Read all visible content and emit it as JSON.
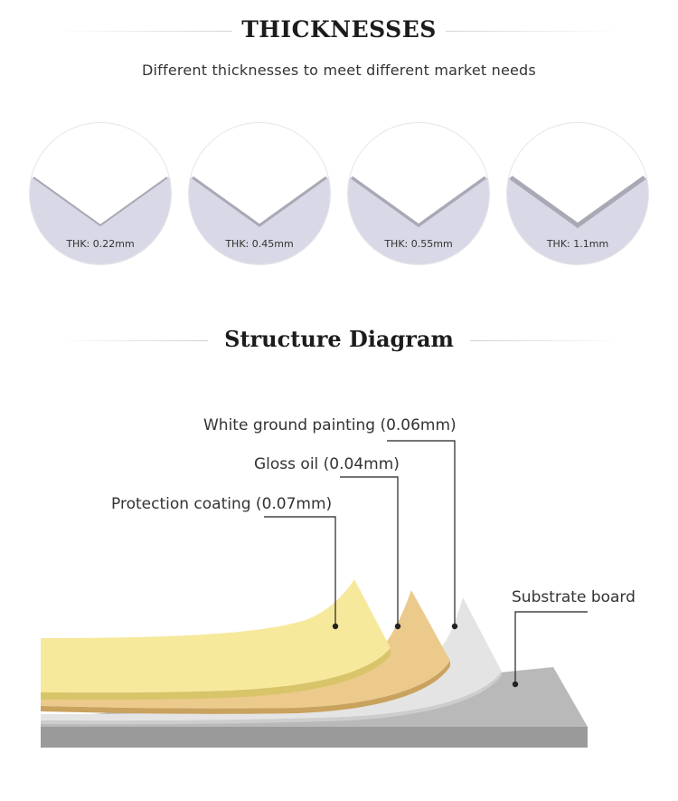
{
  "thicknesses": {
    "title": "THICKNESSES",
    "subtitle": "Different thicknesses to meet different market needs",
    "items": [
      {
        "label": "THK: 0.22mm"
      },
      {
        "label": "THK: 0.45mm"
      },
      {
        "label": "THK: 0.55mm"
      },
      {
        "label": "THK: 1.1mm"
      }
    ]
  },
  "structure": {
    "title": "Structure Diagram",
    "layers": {
      "white_ground": "White ground painting (0.06mm)",
      "gloss_oil": "Gloss oil (0.04mm)",
      "protection": "Protection coating (0.07mm)",
      "substrate": "Substrate board"
    },
    "colors": {
      "protection": "#f7e99c",
      "gloss_oil": "#ecca8c",
      "white_ground": "#e3e3e3",
      "substrate": "#b9b9b9"
    }
  }
}
